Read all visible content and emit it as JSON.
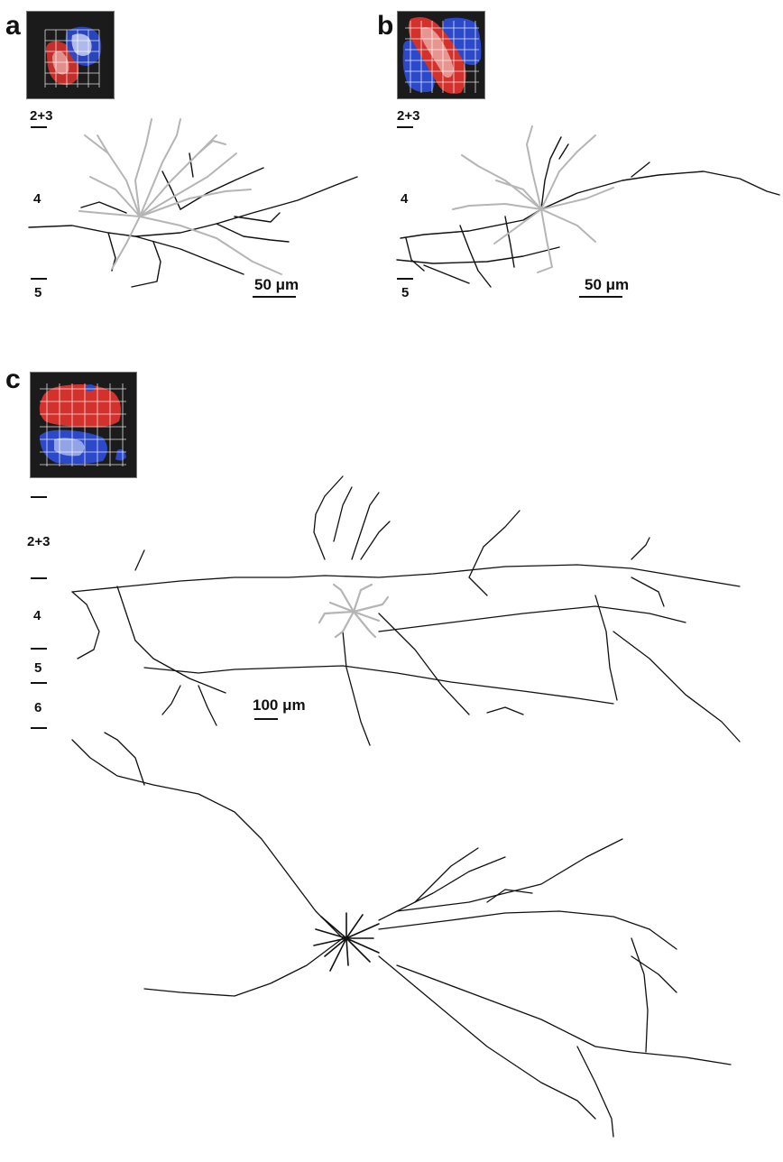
{
  "panels": {
    "a": {
      "letter": "a",
      "layers": [
        "2+3",
        "4",
        "5"
      ],
      "scale": "50 μm"
    },
    "b": {
      "letter": "b",
      "layers": [
        "2+3",
        "4",
        "5"
      ],
      "scale": "50 μm"
    },
    "c": {
      "letter": "c",
      "layers": [
        "2+3",
        "4",
        "5",
        "6"
      ],
      "scale": "100 μm"
    }
  },
  "colors": {
    "axon": "#111111",
    "dendrite": "#b5b5b5",
    "on_subregion": "#d2312c",
    "off_subregion": "#2b49c9",
    "rf_background": "#1b1b1b"
  }
}
